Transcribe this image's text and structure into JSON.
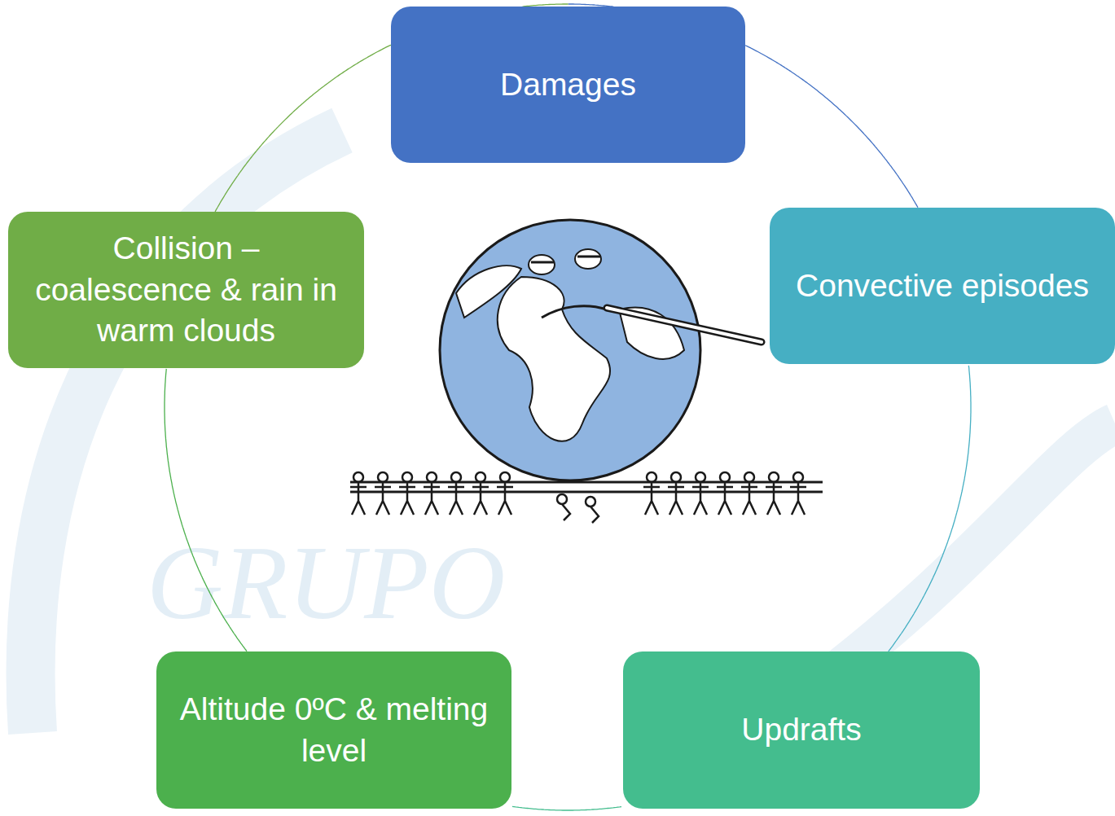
{
  "diagram": {
    "nodes": [
      {
        "text": [
          "Damages"
        ]
      },
      {
        "text": [
          "Convective episodes"
        ]
      },
      {
        "text": [
          "Updrafts"
        ]
      },
      {
        "text": [
          "Altitude 0ºC & melting level"
        ]
      },
      {
        "text": [
          "Collision – coalescence & rain in warm clouds"
        ]
      }
    ],
    "edges": [
      {
        "from": 0,
        "to": 1,
        "arrow": "none"
      },
      {
        "from": 1,
        "to": 2,
        "arrow": "none"
      },
      {
        "from": 2,
        "to": 3,
        "arrow": "none"
      },
      {
        "from": 3,
        "to": 4,
        "arrow": "none"
      },
      {
        "from": 4,
        "to": 0,
        "arrow": "none"
      }
    ],
    "labels": [
      "GRUPO"
    ]
  }
}
